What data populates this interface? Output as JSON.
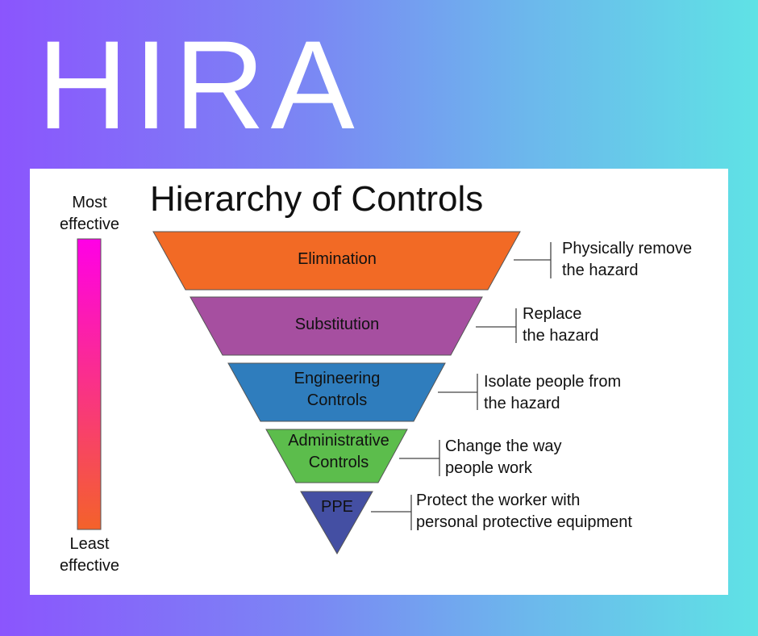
{
  "banner_title": "HIRA",
  "diagram": {
    "title": "Hierarchy of Controls",
    "scale": {
      "top_label_1": "Most",
      "top_label_2": "effective",
      "bottom_label_1": "Least",
      "bottom_label_2": "effective",
      "gradient_top": "#ff00e6",
      "gradient_bottom": "#f4622a"
    },
    "levels": [
      {
        "name_1": "Elimination",
        "name_2": "",
        "desc_1": "Physically remove",
        "desc_2": "the hazard",
        "color": "#f26a25"
      },
      {
        "name_1": "Substitution",
        "name_2": "",
        "desc_1": "Replace",
        "desc_2": "the hazard",
        "color": "#a64fa0"
      },
      {
        "name_1": "Engineering",
        "name_2": "Controls",
        "desc_1": "Isolate people from",
        "desc_2": "the hazard",
        "color": "#2f7dbd"
      },
      {
        "name_1": "Administrative",
        "name_2": "Controls",
        "desc_1": "Change the way",
        "desc_2": "people work",
        "color": "#5cbd4c"
      },
      {
        "name_1": "PPE",
        "name_2": "",
        "desc_1": "Protect the worker with",
        "desc_2": "personal protective equipment",
        "color": "#444fa3"
      }
    ]
  }
}
